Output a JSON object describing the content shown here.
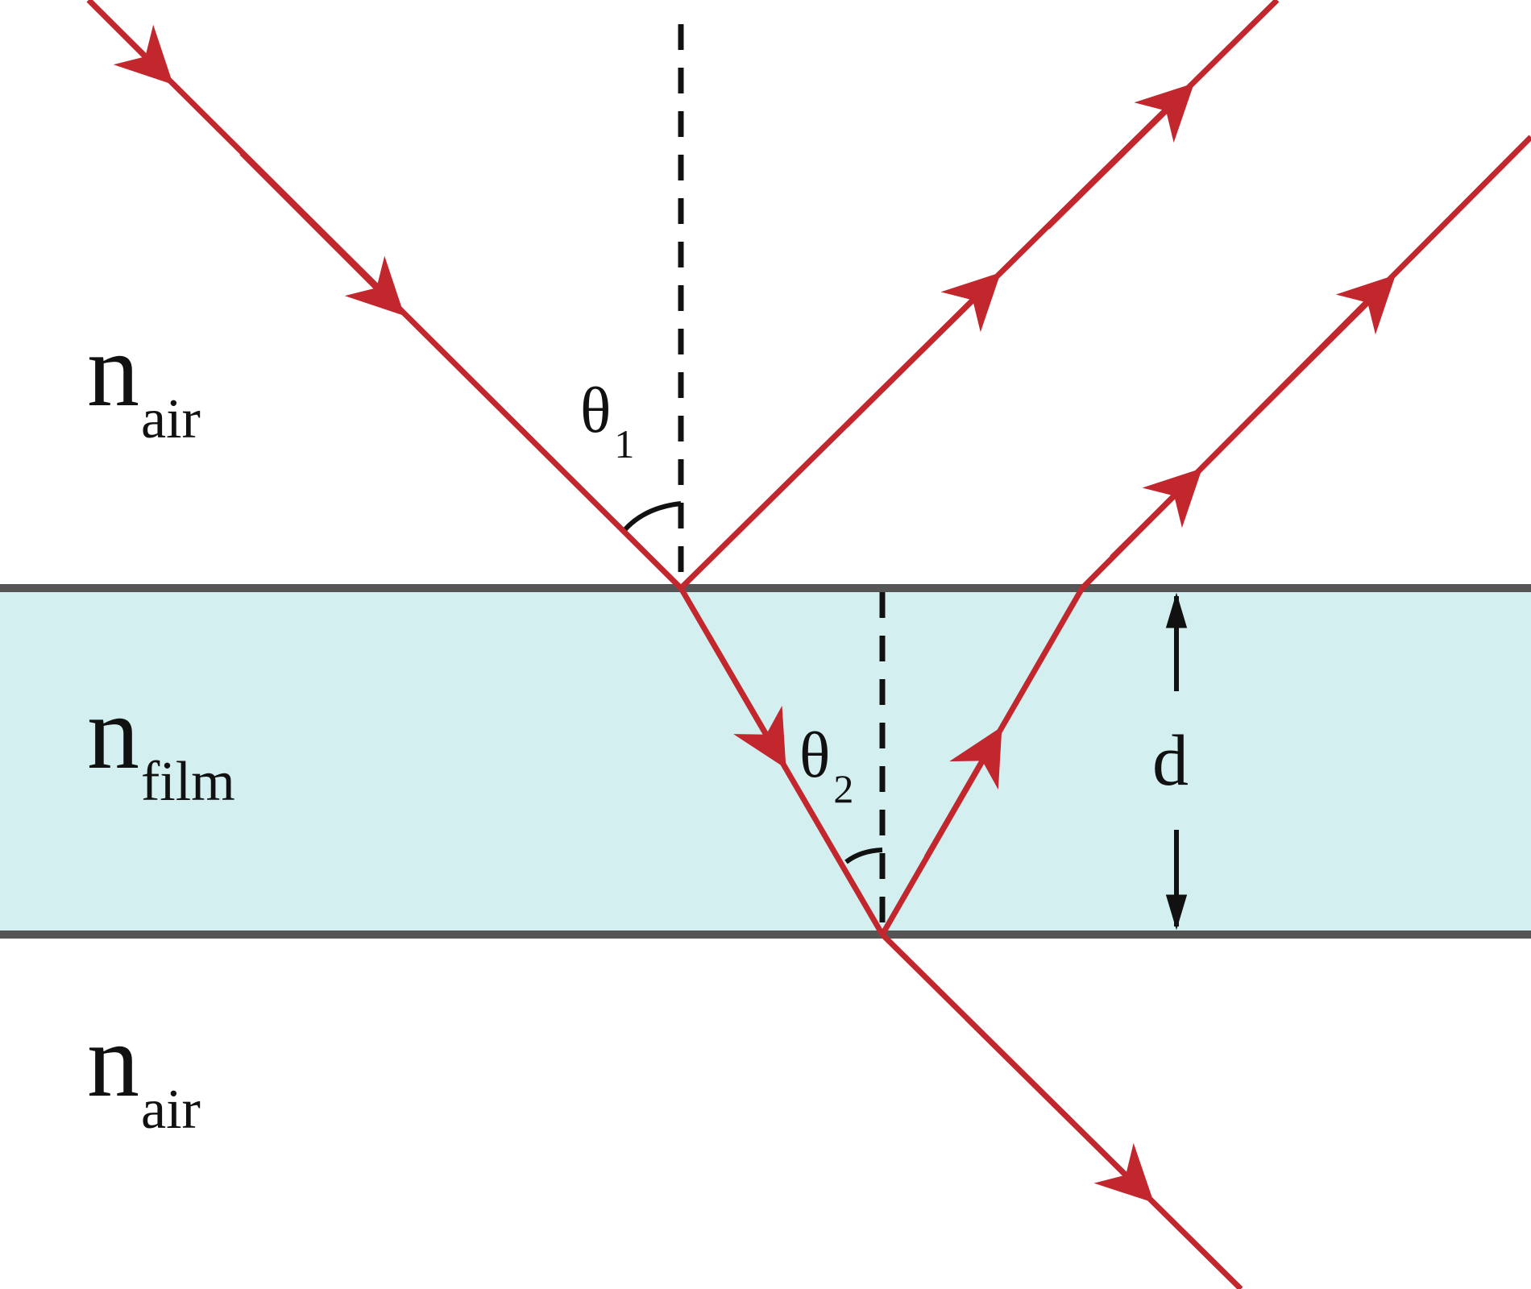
{
  "media": {
    "top": {
      "symbol": "n",
      "subscript": "air"
    },
    "film": {
      "symbol": "n",
      "subscript": "film"
    },
    "bottom": {
      "symbol": "n",
      "subscript": "air"
    }
  },
  "angles": {
    "incidence": {
      "symbol": "θ",
      "subscript": "1"
    },
    "refraction": {
      "symbol": "θ",
      "subscript": "2"
    }
  },
  "thickness_label": "d",
  "colors": {
    "ray": "#C1272D",
    "film_fill": "#D3EFF0",
    "interface": "#555555",
    "dashed_normal": "#111111"
  }
}
